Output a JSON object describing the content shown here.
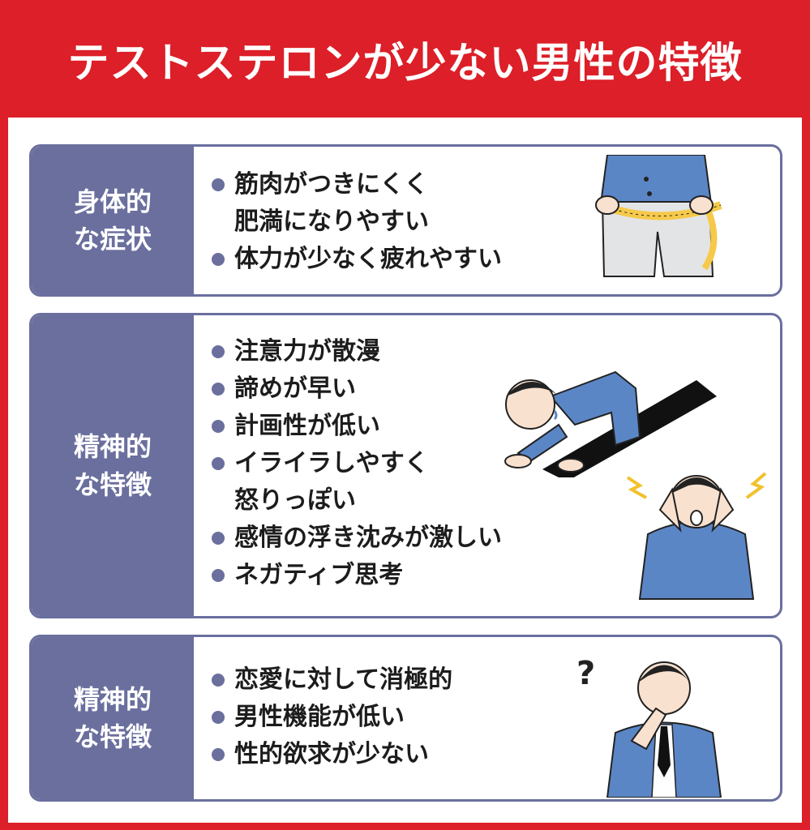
{
  "title": "テストステロンが少ない男性の特徴",
  "colors": {
    "red": "#dc1f28",
    "navy": "#6a6f9e",
    "blue": "#5b86c6"
  },
  "sections": [
    {
      "label": "身体的\nな症状",
      "items": [
        "筋肉がつきにくく\n肥満になりやすい",
        "体力が少なく疲れやすい"
      ],
      "illustration": "measuring-waist-illustration"
    },
    {
      "label": "精神的\nな特徴",
      "items": [
        "注意力が散漫",
        "諦めが早い",
        "計画性が低い",
        "イライラしやすく\n怒りっぽい",
        "感情の浮き沈みが激しい",
        "ネガティブ思考"
      ],
      "illustration": "discouraged-stressed-man-illustration"
    },
    {
      "label": "精神的\nな特徴",
      "items": [
        "恋愛に対して消極的",
        "男性機能が低い",
        "性的欲求が少ない"
      ],
      "illustration": "confused-businessman-illustration",
      "question_mark": "?"
    }
  ]
}
